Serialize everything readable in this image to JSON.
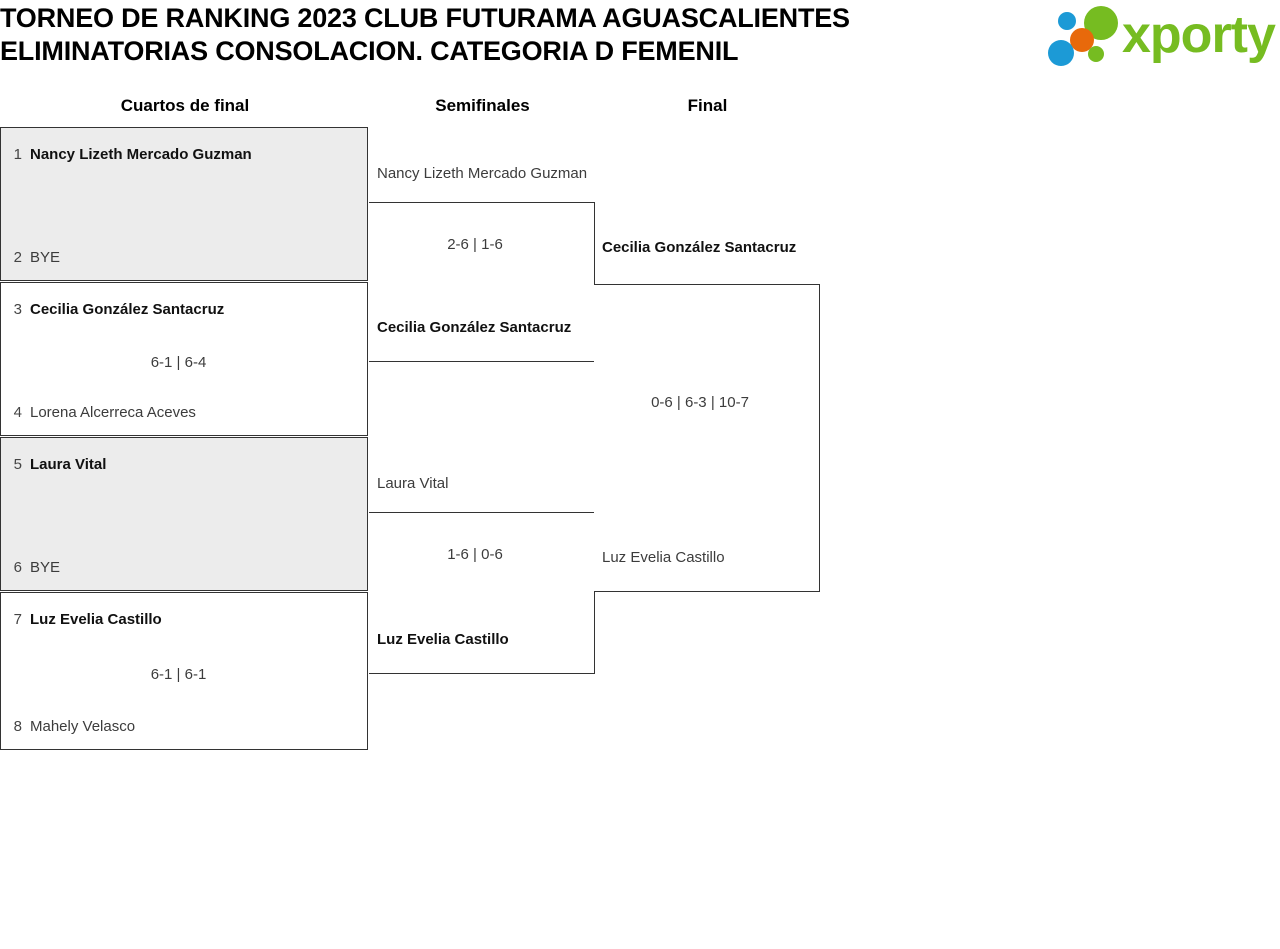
{
  "header": {
    "title_lines": [
      "TORNEO DE RANKING 2023 CLUB FUTURAMA AGUASCALIENTES",
      "ELIMINATORIAS CONSOLACION. CATEGORIA D FEMENIL"
    ],
    "logo": {
      "wordmark": "xporty",
      "green": "#76bc21",
      "blue": "#1c9ad6",
      "orange": "#e8690b"
    }
  },
  "rounds": [
    {
      "id": "quarterfinals",
      "label": "Cuartos de final"
    },
    {
      "id": "semifinals",
      "label": "Semifinales"
    },
    {
      "id": "final",
      "label": "Final"
    }
  ],
  "quarterfinals": [
    {
      "shaded": true,
      "top": {
        "seed": "1",
        "name": "Nancy Lizeth Mercado Guzman",
        "winner": true
      },
      "bottom": {
        "seed": "2",
        "name": "BYE",
        "winner": false
      },
      "score": ""
    },
    {
      "shaded": false,
      "top": {
        "seed": "3",
        "name": "Cecilia González Santacruz",
        "winner": true
      },
      "bottom": {
        "seed": "4",
        "name": "Lorena Alcerreca Aceves",
        "winner": false
      },
      "score": "6-1 | 6-4"
    },
    {
      "shaded": true,
      "top": {
        "seed": "5",
        "name": "Laura Vital",
        "winner": true
      },
      "bottom": {
        "seed": "6",
        "name": "BYE",
        "winner": false
      },
      "score": ""
    },
    {
      "shaded": false,
      "top": {
        "seed": "7",
        "name": "Luz Evelia Castillo",
        "winner": true
      },
      "bottom": {
        "seed": "8",
        "name": "Mahely Velasco",
        "winner": false
      },
      "score": "6-1 | 6-1"
    }
  ],
  "semifinals": [
    {
      "upper": "Nancy Lizeth Mercado Guzman",
      "lower": "Cecilia González Santacruz",
      "score": "2-6 | 1-6"
    },
    {
      "upper": "Laura Vital",
      "lower": "Luz Evelia Castillo",
      "score": "1-6 | 0-6"
    }
  ],
  "final": {
    "upper": "Cecilia González Santacruz",
    "lower": "Luz Evelia Castillo",
    "score": "0-6 | 6-3 | 10-7"
  }
}
